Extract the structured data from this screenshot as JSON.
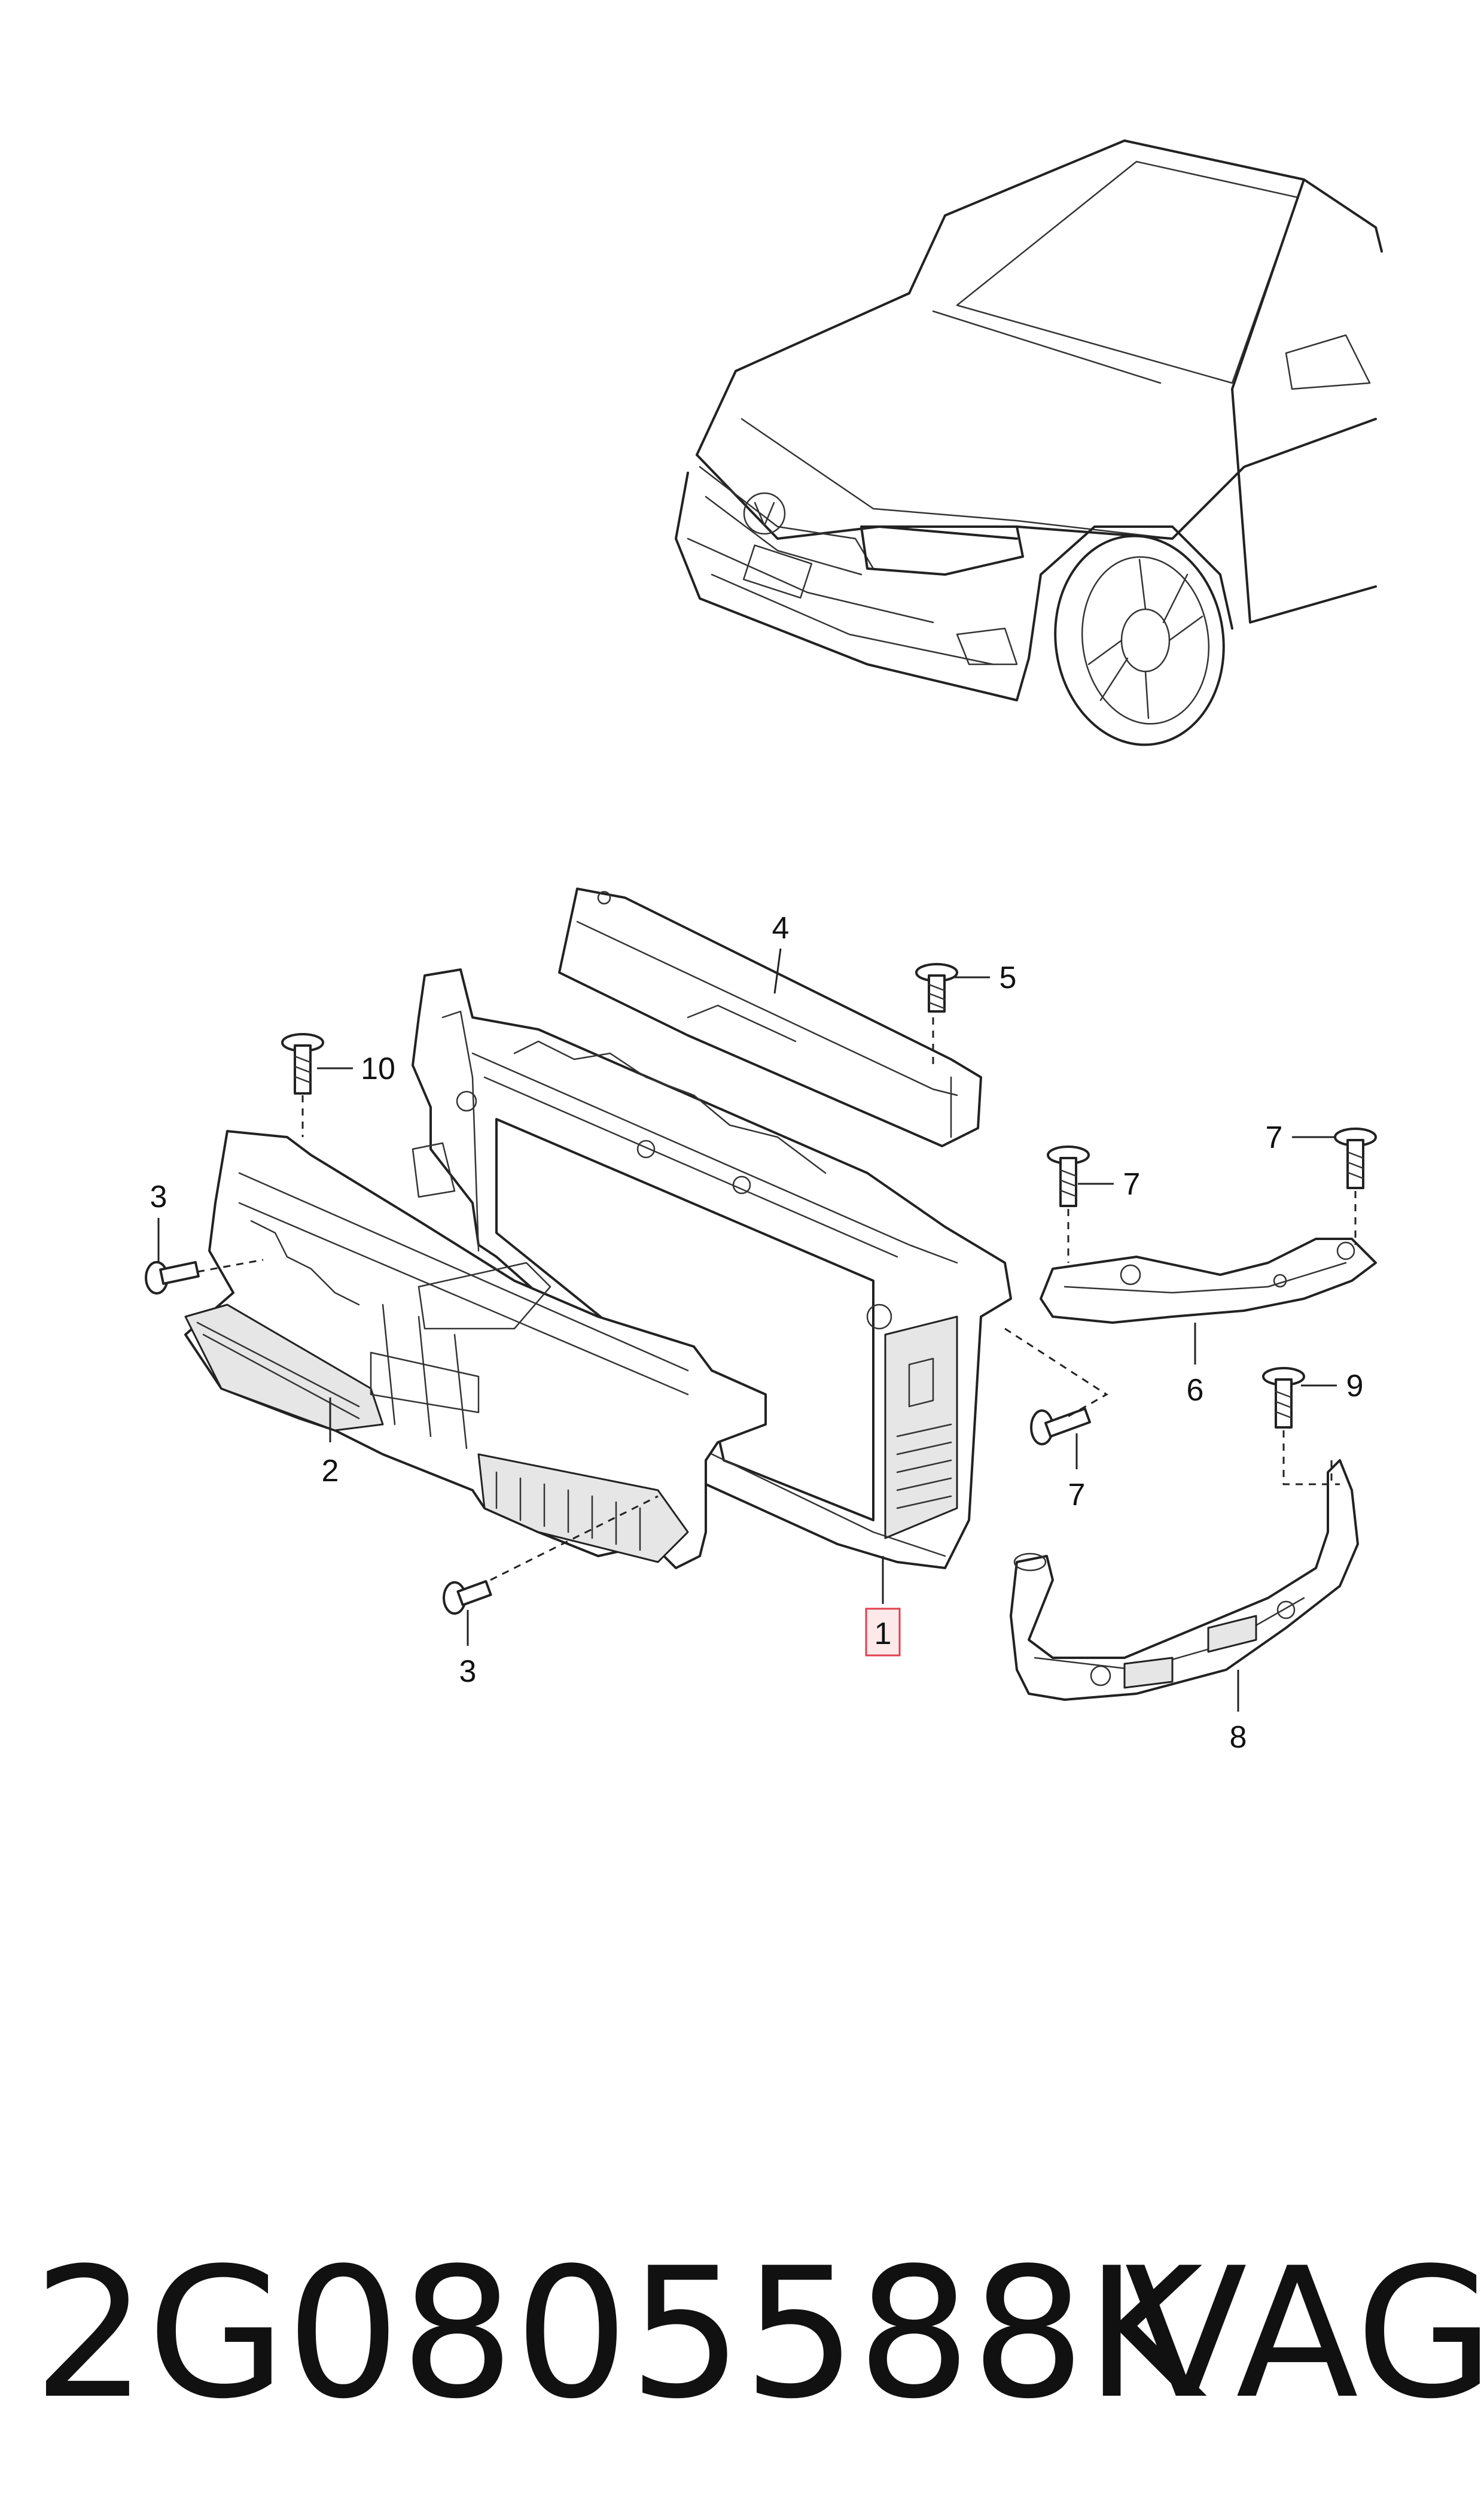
{
  "diagram": {
    "callouts": [
      {
        "id": "1",
        "label": "1",
        "highlighted": true
      },
      {
        "id": "2",
        "label": "2"
      },
      {
        "id": "3a",
        "label": "3"
      },
      {
        "id": "3b",
        "label": "3"
      },
      {
        "id": "4",
        "label": "4"
      },
      {
        "id": "5",
        "label": "5"
      },
      {
        "id": "6",
        "label": "6"
      },
      {
        "id": "7a",
        "label": "7"
      },
      {
        "id": "7b",
        "label": "7"
      },
      {
        "id": "7c",
        "label": "7"
      },
      {
        "id": "8",
        "label": "8"
      },
      {
        "id": "9",
        "label": "9"
      },
      {
        "id": "10",
        "label": "10"
      }
    ],
    "highlight_color": "#e04050"
  },
  "footer": {
    "part_number": "2G0805588K",
    "brand": "VAG"
  }
}
